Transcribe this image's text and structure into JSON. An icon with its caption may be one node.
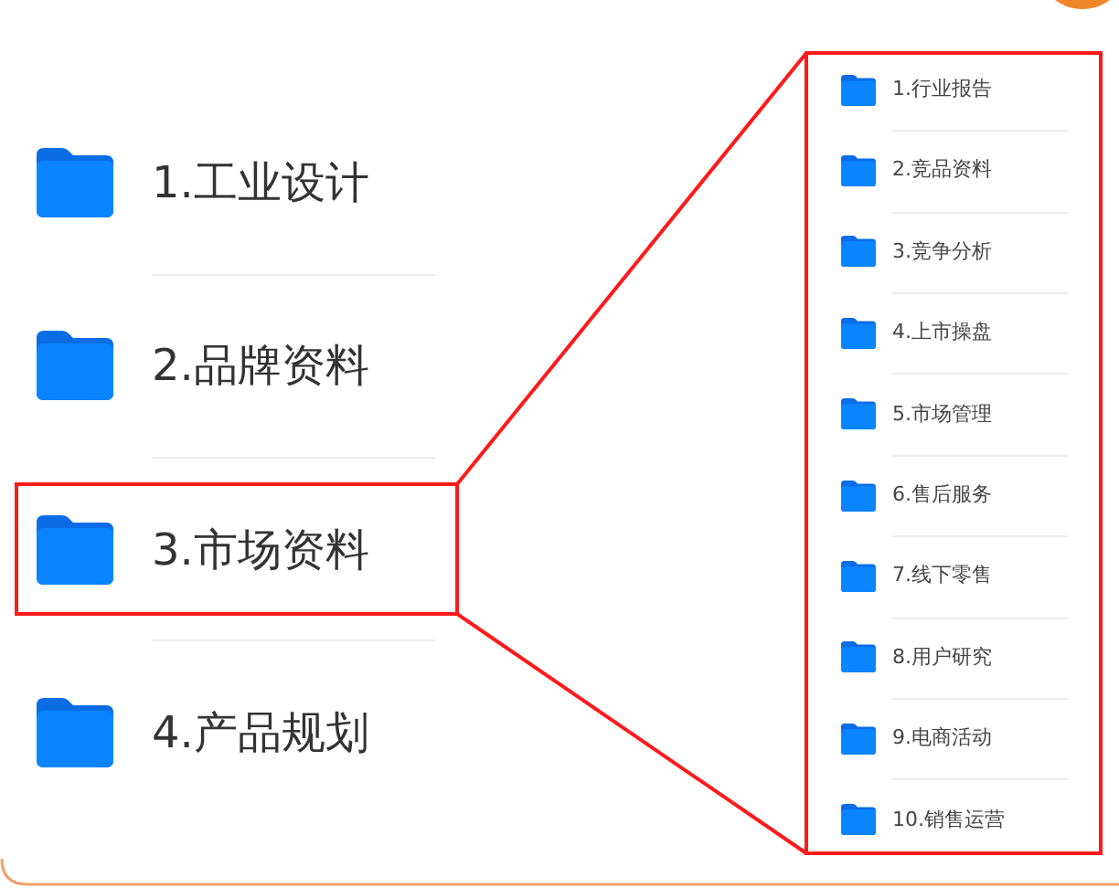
{
  "diagram": {
    "nodes": [
      {
        "text": [
          "3.市场资料"
        ]
      },
      {
        "text": [
          "1.行业报告",
          "2.竞品资料",
          "3.竞争分析",
          "4.上市操盘",
          "5.市场管理",
          "6.售后服务",
          "7.线下零售",
          "8.用户研究",
          "9.电商活动",
          "10.销售运营"
        ]
      }
    ],
    "edges": [
      {
        "from": 0,
        "to": 1,
        "arrow": "none"
      },
      {
        "from": 0,
        "to": 1,
        "arrow": "none"
      }
    ],
    "labels": [
      "1.工业设计",
      "2.品牌资料",
      "4.产品规划"
    ]
  }
}
